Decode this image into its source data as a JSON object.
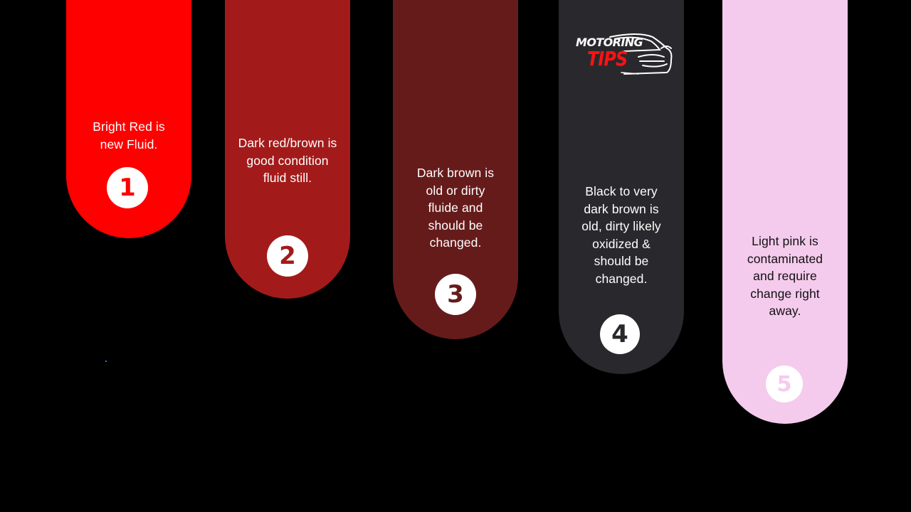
{
  "slide": {
    "background": "#000000",
    "logo": {
      "line1": "MOTORING",
      "line2": "TIPS",
      "icon": "car-outline-icon"
    },
    "steps": [
      {
        "number": "1",
        "text": "Bright Red is new Fluid.",
        "color": "#ff0000",
        "text_color": "#ffffff",
        "number_color": "#ff0000"
      },
      {
        "number": "2",
        "text": "Dark red/brown is good condition fluid still.",
        "color": "#a21b1a",
        "text_color": "#ffffff",
        "number_color": "#a21b1a"
      },
      {
        "number": "3",
        "text": "Dark brown is old or dirty fluide and should be changed.",
        "color": "#661b1b",
        "text_color": "#ffffff",
        "number_color": "#661b1b"
      },
      {
        "number": "4",
        "text": "Black to very dark brown is old, dirty likely oxidized & should be changed.",
        "color": "#29292d",
        "text_color": "#ffffff",
        "number_color": "#29292d"
      },
      {
        "number": "5",
        "text": "Light pink is contaminated and require change right away.",
        "color": "#f5cbed",
        "text_color": "#111111",
        "number_color": "#f5cbed"
      }
    ]
  }
}
